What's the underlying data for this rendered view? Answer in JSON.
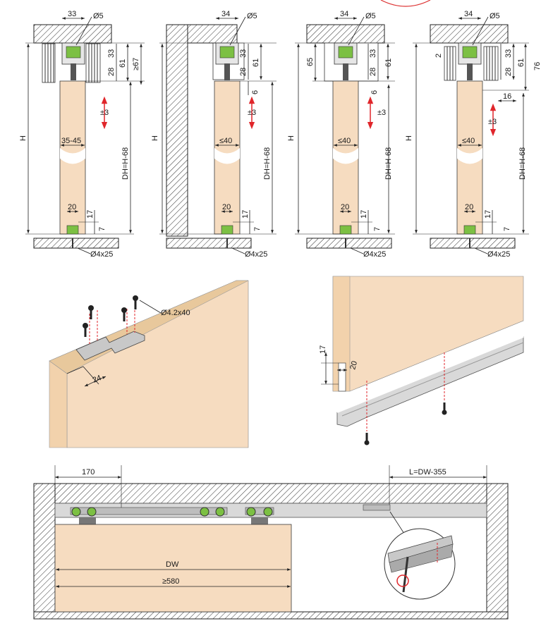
{
  "sections": {
    "section_1": {
      "width_top": "33",
      "screw_diameter": "Ø5",
      "dim_33": "33",
      "dim_28": "28",
      "dim_61": "61",
      "dim_min67": "≥67",
      "height": "H",
      "door_thickness": "35-45",
      "adjust": "±3",
      "door_height": "DH=H-68",
      "guide_width": "20",
      "dim_17": "17",
      "dim_7": "7",
      "floor_screw": "Ø4x25"
    },
    "section_2": {
      "width_top": "34",
      "screw_diameter": "Ø5",
      "dim_33": "33",
      "dim_28": "28",
      "dim_61": "61",
      "dim_6": "6",
      "height": "H",
      "door_thickness": "≤40",
      "adjust": "±3",
      "door_height": "DH=H-68",
      "guide_width": "20",
      "dim_17": "17",
      "dim_7": "7",
      "floor_screw": "Ø4x25"
    },
    "section_3": {
      "width_top": "34",
      "screw_diameter": "Ø5",
      "dim_65": "65",
      "dim_33": "33",
      "dim_28": "28",
      "dim_61": "61",
      "dim_6": "6",
      "height": "H",
      "door_thickness": "≤40",
      "adjust": "±3",
      "door_height": "DH=H-68",
      "guide_width": "20",
      "dim_17": "17",
      "dim_7": "7",
      "floor_screw": "Ø4x25"
    },
    "section_4": {
      "width_top": "34",
      "screw_diameter": "Ø5",
      "dim_2": "2",
      "dim_33": "33",
      "dim_28": "28",
      "dim_61": "61",
      "dim_76": "76",
      "dim_16": "16",
      "height": "H",
      "door_thickness": "≤40",
      "adjust": "±3",
      "door_height": "DH=H-68",
      "guide_width": "20",
      "dim_17": "17",
      "dim_7": "7",
      "floor_screw": "Ø4x25"
    }
  },
  "bracket_detail": {
    "screw_label": "Ø4.2x40",
    "edge_offset": "24"
  },
  "floor_guide_detail": {
    "groove_depth": "17",
    "groove_width": "20"
  },
  "elevation": {
    "left_offset": "170",
    "track_length": "L=DW-355",
    "door_width": "DW",
    "min_width": "≥580"
  },
  "colors": {
    "door": "#f6dcc0",
    "door_edge": "#e8c89c",
    "roller_green": "#7cc043",
    "arrow_red": "#e0262b",
    "rail": "#d9d9d9"
  }
}
